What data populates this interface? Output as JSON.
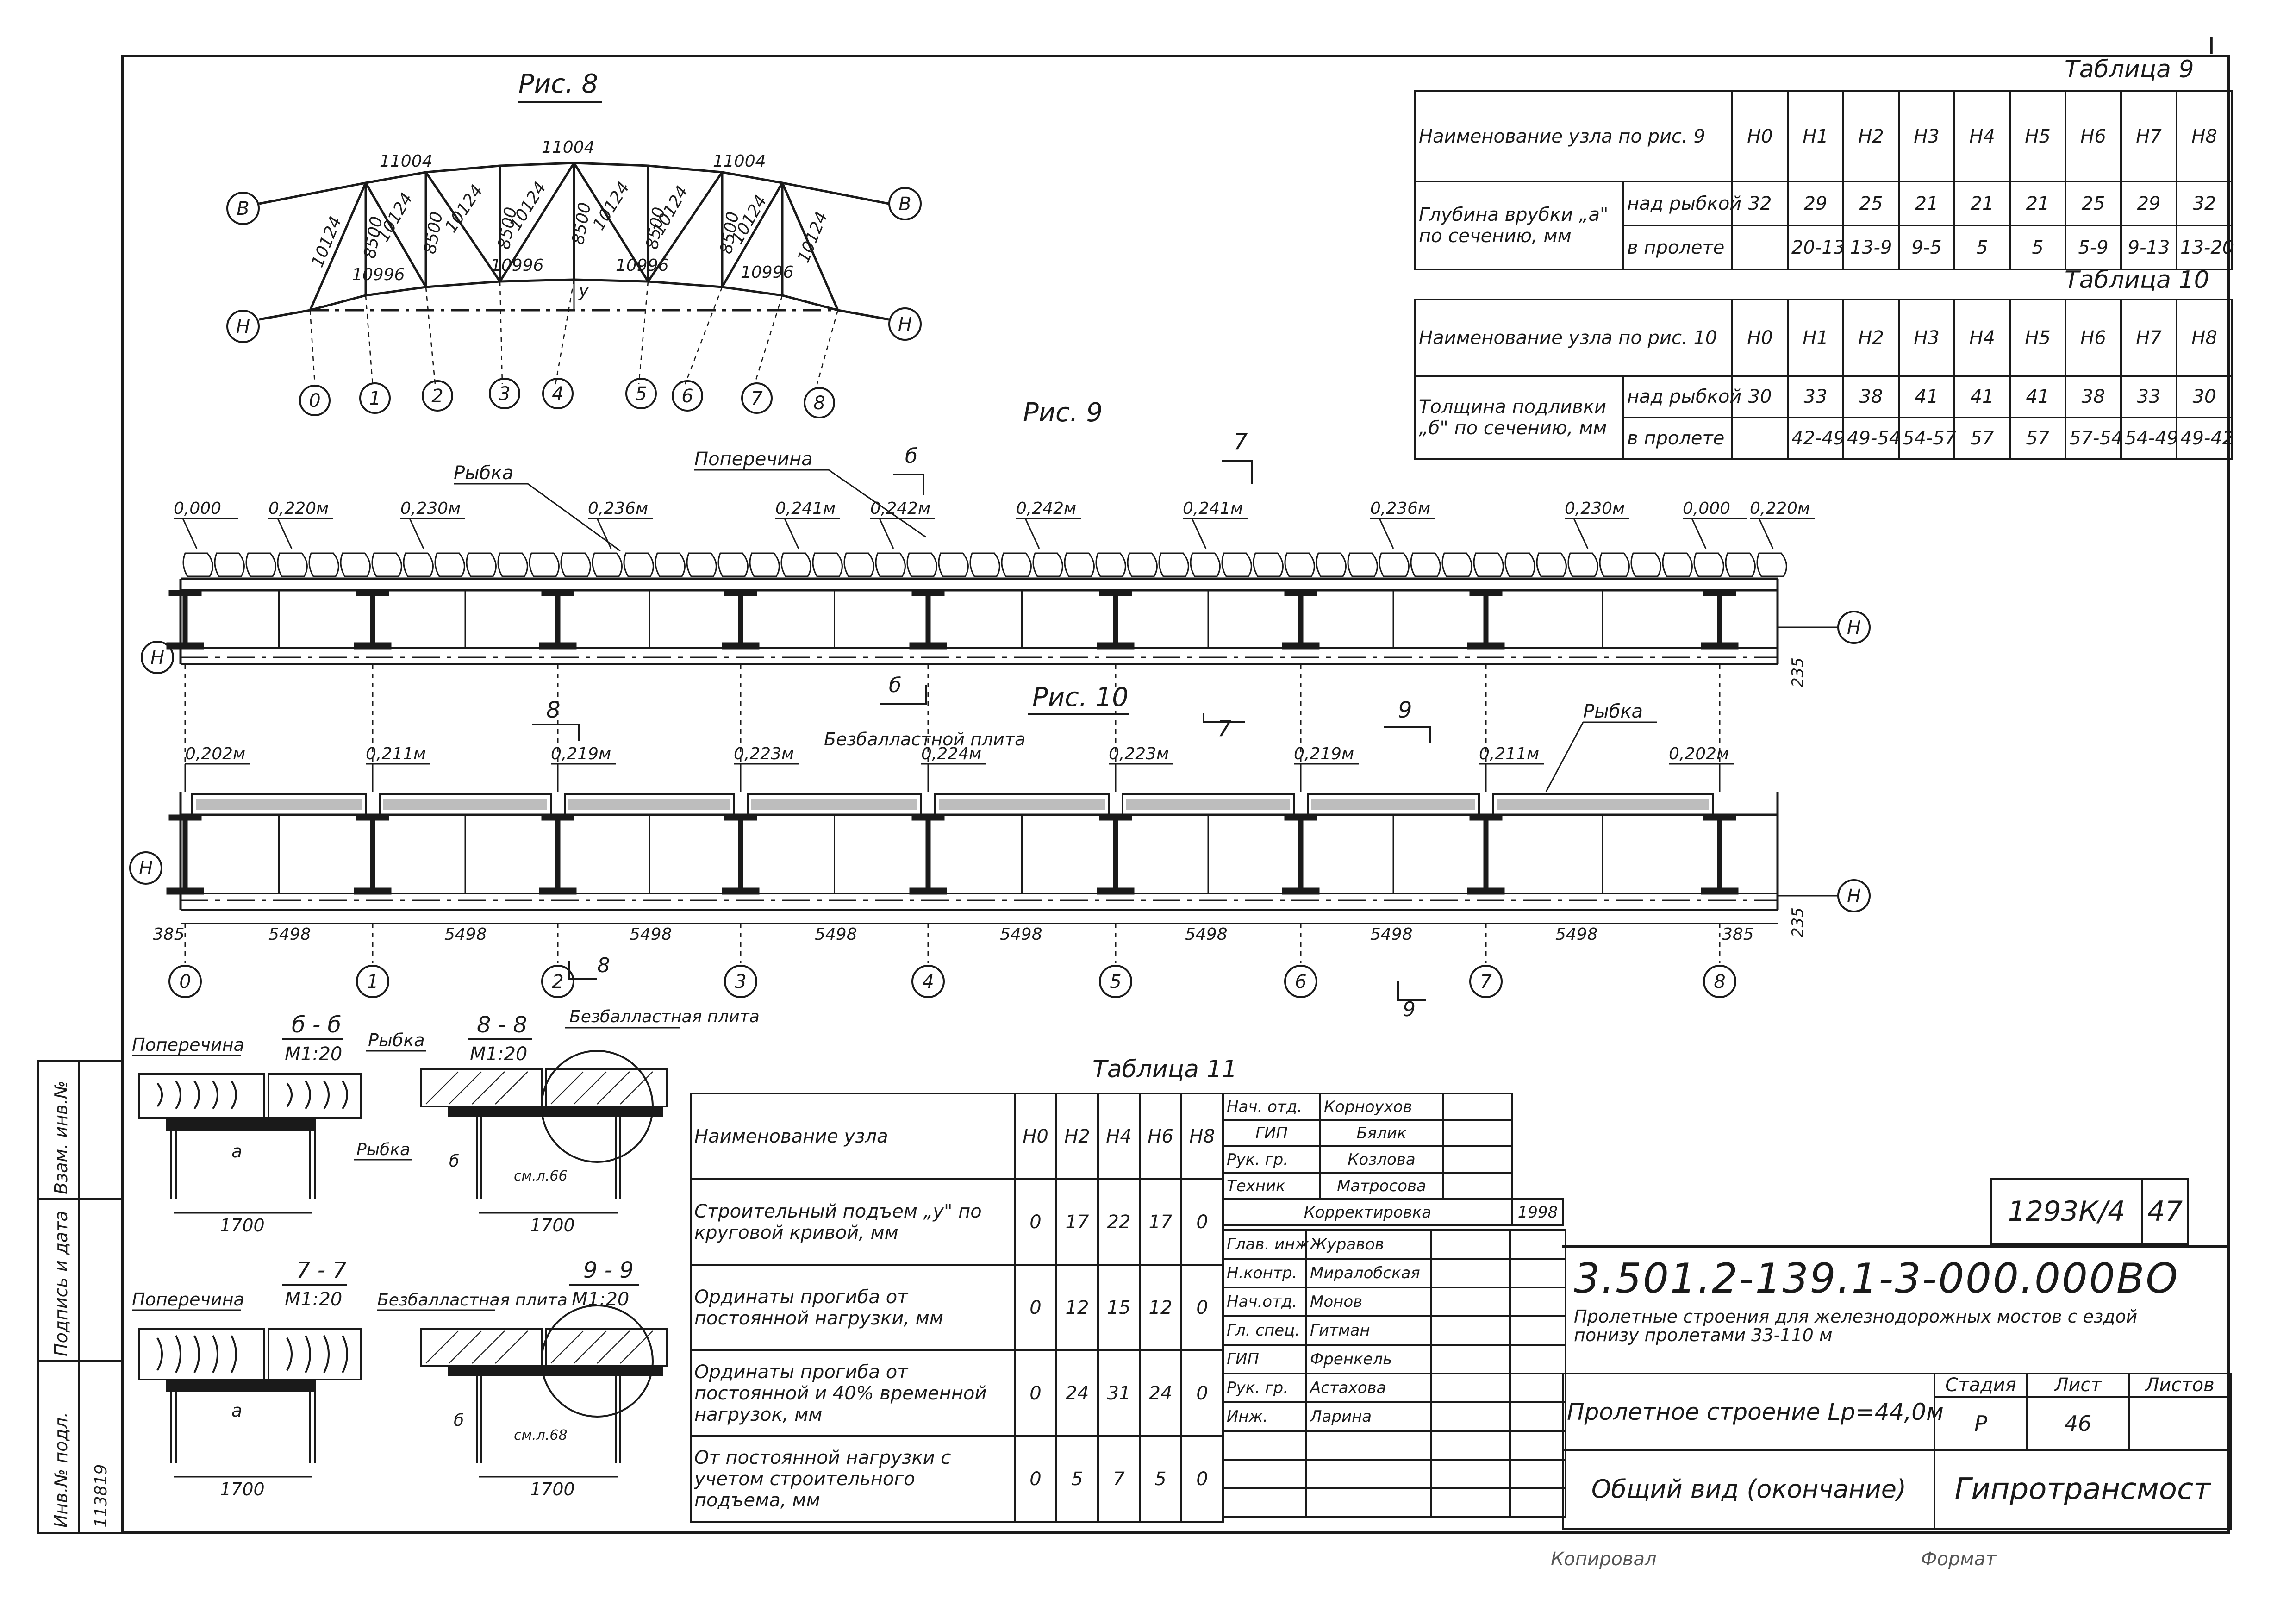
{
  "page_corner_mark": "I",
  "fig8": {
    "title": "Рис. 8",
    "top_lengths": [
      "11004",
      "11004",
      "11004"
    ],
    "diag_lengths": [
      "10124",
      "10124",
      "10124",
      "10124",
      "10124",
      "10124",
      "10124",
      "10124"
    ],
    "post_lengths": [
      "8500",
      "8500",
      "8500",
      "8500",
      "8500",
      "8500"
    ],
    "bottom_lengths": [
      "10996",
      "10996",
      "10996",
      "10996"
    ],
    "chord_labels": {
      "top": "В",
      "bottom": "Н"
    },
    "y_label": "y",
    "nodes": [
      "0",
      "1",
      "2",
      "3",
      "4",
      "5",
      "6",
      "7",
      "8"
    ]
  },
  "table9": {
    "title": "Таблица 9",
    "header_name": "Наименование узла по рис. 9",
    "columns": [
      "Н0",
      "Н1",
      "Н2",
      "Н3",
      "Н4",
      "Н5",
      "Н6",
      "Н7",
      "Н8"
    ],
    "row_label": "Глубина врубки „а\" по сечению, мм",
    "sub1": "над рыбкой",
    "sub1_values": [
      "32",
      "29",
      "25",
      "21",
      "21",
      "21",
      "25",
      "29",
      "32"
    ],
    "sub2": "в пролете",
    "sub2_values": [
      "20-13",
      "13-9",
      "9-5",
      "5",
      "5",
      "5-9",
      "9-13",
      "13-20"
    ]
  },
  "table10": {
    "title": "Таблица 10",
    "header_name": "Наименование узла по рис. 10",
    "columns": [
      "Н0",
      "Н1",
      "Н2",
      "Н3",
      "Н4",
      "Н5",
      "Н6",
      "Н7",
      "Н8"
    ],
    "row_label": "Толщина подливки „б\" по сечению, мм",
    "sub1": "над рыбкой",
    "sub1_values": [
      "30",
      "33",
      "38",
      "41",
      "41",
      "41",
      "38",
      "33",
      "30"
    ],
    "sub2": "в пролете",
    "sub2_values": [
      "42-49",
      "49-54",
      "54-57",
      "57",
      "57",
      "57-54",
      "54-49",
      "49-42"
    ]
  },
  "fig9": {
    "title": "Рис. 9",
    "labels": {
      "crossbeam": "Поперечина",
      "fishplate": "Рыбка",
      "sec6": "б",
      "sec7": "7",
      "dim": "235",
      "chord": "Н"
    },
    "marks": [
      "0,000",
      "0,220м",
      "0,230м",
      "0,236м",
      "0,241м",
      "0,242м",
      "0,242м",
      "0,241м",
      "0,236м",
      "0,230м",
      "0,000",
      "0,220м"
    ]
  },
  "fig10": {
    "title": "Рис. 10",
    "labels": {
      "slab": "Безбалластной плита",
      "fishplate": "Рыбка",
      "sec8": "8",
      "sec9": "9",
      "sec6": "б",
      "sec7": "7",
      "dim": "235",
      "chord": "Н"
    },
    "marks": [
      "0,202м",
      "0,211м",
      "0,219м",
      "0,223м",
      "0,224м",
      "0,223м",
      "0,219м",
      "0,211м",
      "0,202м"
    ],
    "spans": [
      "385",
      "5498",
      "5498",
      "5498",
      "5498",
      "5498",
      "5498",
      "5498",
      "5498",
      "385"
    ],
    "nodes": [
      "0",
      "1",
      "2",
      "3",
      "4",
      "5",
      "6",
      "7",
      "8"
    ],
    "section_marks": [
      "8",
      "9"
    ]
  },
  "sections": {
    "s66": {
      "title": "б - б",
      "scale": "М1:20",
      "crossbeam": "Поперечина",
      "fishplate": "Рыбка",
      "dim": "1700",
      "a": "а"
    },
    "s88": {
      "title": "8 - 8",
      "scale": "М1:20",
      "slab": "Безбалластная плита",
      "fishplate": "Рыбка",
      "note": "см.л.66",
      "dim": "1700",
      "b": "б"
    },
    "s77": {
      "title": "7 - 7",
      "scale": "М1:20",
      "crossbeam": "Поперечина",
      "dim": "1700",
      "a": "а"
    },
    "s99": {
      "title": "9 - 9",
      "scale": "М1:20",
      "slab": "Безбалластная плита",
      "note": "см.л.68",
      "dim": "1700",
      "b": "б"
    }
  },
  "side_stamp": [
    "Взам. инв.№",
    "Подпись и дата",
    "Инв.№ подл.",
    "113819"
  ],
  "table11": {
    "title": "Таблица 11",
    "header_name": "Наименование узла",
    "columns": [
      "Н0",
      "Н2",
      "Н4",
      "Н6",
      "Н8"
    ],
    "rows": [
      {
        "label": "Строительный подъем „у\" по круговой кривой, мм",
        "values": [
          "0",
          "17",
          "22",
          "17",
          "0"
        ]
      },
      {
        "label": "Ординаты прогиба от постоянной нагрузки, мм",
        "values": [
          "0",
          "12",
          "15",
          "12",
          "0"
        ]
      },
      {
        "label": "Ординаты прогиба от постоянной и 40% временной нагрузок, мм",
        "values": [
          "0",
          "24",
          "31",
          "24",
          "0"
        ]
      },
      {
        "label": "От постоянной нагрузки с учетом строительного подъема, мм",
        "values": [
          "0",
          "5",
          "7",
          "5",
          "0"
        ]
      }
    ]
  },
  "signatures": {
    "top": [
      [
        "Нач. отд.",
        "Корноухов"
      ],
      [
        "ГИП",
        "Бялик"
      ],
      [
        "Рук. гр.",
        "Козлова"
      ],
      [
        "Техник",
        "Матросова"
      ]
    ],
    "correction": "Корректировка",
    "year": "1998",
    "bottom": [
      [
        "Глав. инж.",
        "Журавов"
      ],
      [
        "Н.контр.",
        "Миралобская"
      ],
      [
        "Нач.отд.",
        "Монов"
      ],
      [
        "Гл. спец.",
        "Гитман"
      ],
      [
        "ГИП",
        "Френкель"
      ],
      [
        "Рук. гр.",
        "Астахова"
      ],
      [
        "Инж.",
        "Ларина"
      ]
    ]
  },
  "title_block": {
    "archive_no": "1293К/4",
    "archive_sheet": "47",
    "code": "3.501.2-139.1-3-000.000ВО",
    "project": "Пролетные строения для железнодорожных мостов с ездой понизу пролетами 33-110 м",
    "object": "Пролетное строение Lр=44,0м",
    "stage_label": "Стадия",
    "sheet_label": "Лист",
    "sheets_label": "Листов",
    "stage": "Р",
    "sheet": "46",
    "drawing_name": "Общий вид (окончание)",
    "org": "Гипротрансмост"
  },
  "footer": {
    "copied": "Копировал",
    "format": "Формат"
  }
}
